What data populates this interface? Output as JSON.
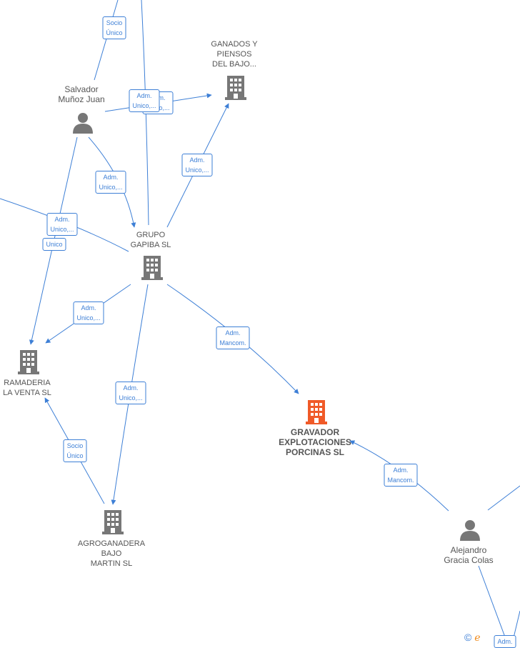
{
  "colors": {
    "edge": "#3d7fd6",
    "company": "#777777",
    "focus_company": "#f05a28",
    "person": "#777777"
  },
  "nodes": [
    {
      "id": "ganados",
      "type": "company",
      "label": "GANADOS Y\nPIENSOS\nDEL BAJO..."
    },
    {
      "id": "salvador",
      "type": "person",
      "label": "Salvador\nMuñoz Juan"
    },
    {
      "id": "grupo",
      "type": "company",
      "label": "GRUPO\nGAPIBA  SL"
    },
    {
      "id": "ramaderia",
      "type": "company",
      "label": "RAMADERIA\nLA VENTA  SL"
    },
    {
      "id": "gravador",
      "type": "focus",
      "label": "GRAVADOR\nEXPLOTACIONES\nPORCINAS  SL"
    },
    {
      "id": "agroganadera",
      "type": "company",
      "label": "AGROGANADERA\nBAJO\nMARTIN SL"
    },
    {
      "id": "alejandro",
      "type": "person",
      "label": "Alejandro\nGracia Colas"
    }
  ],
  "edge_labels": [
    "Socio\nÚnico",
    "Adm.\nUnico,...",
    "Adm.\nUnico,...",
    "Adm.\nUnico,...",
    "Adm.\nUnico,...",
    "Unico",
    "Adm.\nUnico,...",
    "Adm.\nMancom.",
    "Adm.\nUnico,...",
    "Socio\nÚnico",
    "Adm.\nMancom.",
    "Adm."
  ],
  "copyright": {
    "symbol": "©",
    "brand": "e"
  }
}
